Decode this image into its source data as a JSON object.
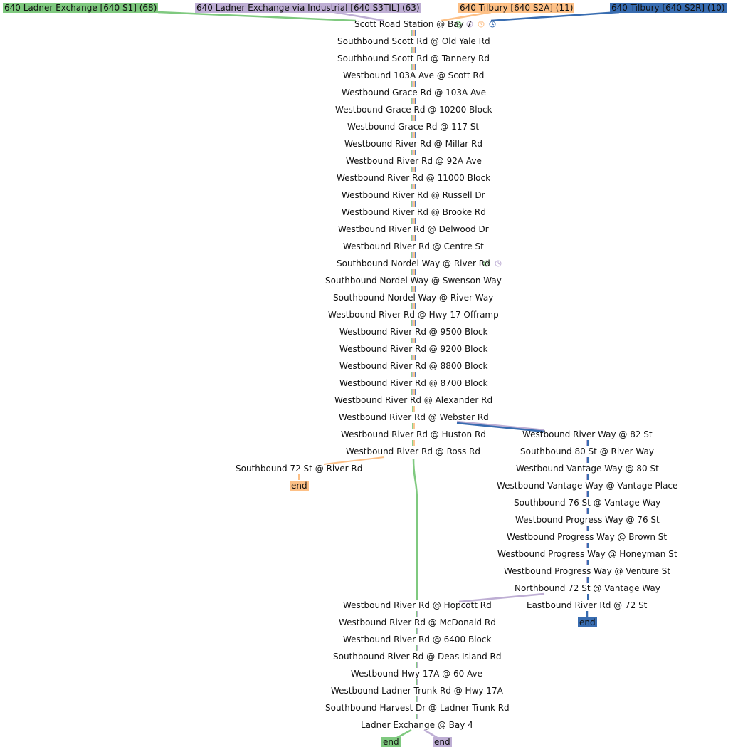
{
  "colors": {
    "s1": "#7fc97f",
    "s3til": "#beaed4",
    "s2a": "#fdc086",
    "s2r": "#386cb0"
  },
  "routes": [
    {
      "key": "s1",
      "label": "640 Ladner Exchange [640 S1] (68)",
      "color": "#7fc97f"
    },
    {
      "key": "s3til",
      "label": "640 Ladner Exchange via Industrial [640 S3TIL] (63)",
      "color": "#beaed4"
    },
    {
      "key": "s2a",
      "label": "640 Tilbury [640 S2A] (11)",
      "color": "#fdc086"
    },
    {
      "key": "s2r",
      "label": "640 Tilbury [640 S2R] (10)",
      "color": "#386cb0"
    }
  ],
  "stops_trunk": [
    "Scott Road Station @ Bay 7",
    "Southbound Scott Rd @ Old Yale Rd",
    "Southbound Scott Rd @ Tannery Rd",
    "Westbound 103A Ave @ Scott Rd",
    "Westbound Grace Rd @ 103A Ave",
    "Westbound Grace Rd @ 10200 Block",
    "Westbound Grace Rd @ 117 St",
    "Westbound River Rd @ Millar Rd",
    "Westbound River Rd @ 92A Ave",
    "Westbound River Rd @ 11000 Block",
    "Westbound River Rd @ Russell Dr",
    "Westbound River Rd @ Brooke Rd",
    "Westbound River Rd @ Delwood Dr",
    "Westbound River Rd @ Centre St",
    "Southbound Nordel Way @ River Rd",
    "Southbound Nordel Way @ Swenson Way",
    "Southbound Nordel Way @ River Way",
    "Westbound River Rd @ Hwy 17 Offramp",
    "Westbound River Rd @ 9500 Block",
    "Westbound River Rd @ 9200 Block",
    "Westbound River Rd @ 8800 Block",
    "Westbound River Rd @ 8700 Block",
    "Westbound River Rd @ Alexander Rd",
    "Westbound River Rd @ Webster Rd",
    "Westbound River Rd @ Huston Rd",
    "Westbound River Rd @ Ross Rd"
  ],
  "stops_tilbury_a": [
    "Southbound 72 St @ River Rd"
  ],
  "stops_industrial": [
    "Westbound River Way @ 82 St",
    "Southbound 80 St @ River Way",
    "Westbound Vantage Way @ 80 St",
    "Westbound Vantage Way @ Vantage Place",
    "Southbound 76 St @ Vantage Way",
    "Westbound Progress Way @ 76 St",
    "Westbound Progress Way @ Brown St",
    "Westbound Progress Way @ Honeyman St",
    "Westbound Progress Way @ Venture St",
    "Northbound 72 St @ Vantage Way",
    "Eastbound River Rd @ 72 St"
  ],
  "stops_ladner": [
    "Westbound River Rd @ Hopcott Rd",
    "Westbound River Rd @ McDonald Rd",
    "Westbound River Rd @ 6400 Block",
    "Southbound River Rd @ Deas Island Rd",
    "Westbound Hwy 17A @ 60 Ave",
    "Westbound Ladner Trunk Rd @ Hwy 17A",
    "Southbound Harvest Dr @ Ladner Trunk Rd",
    "Ladner Exchange @ Bay 4"
  ],
  "end_label": "end",
  "timepoint_icon": "clock-icon"
}
